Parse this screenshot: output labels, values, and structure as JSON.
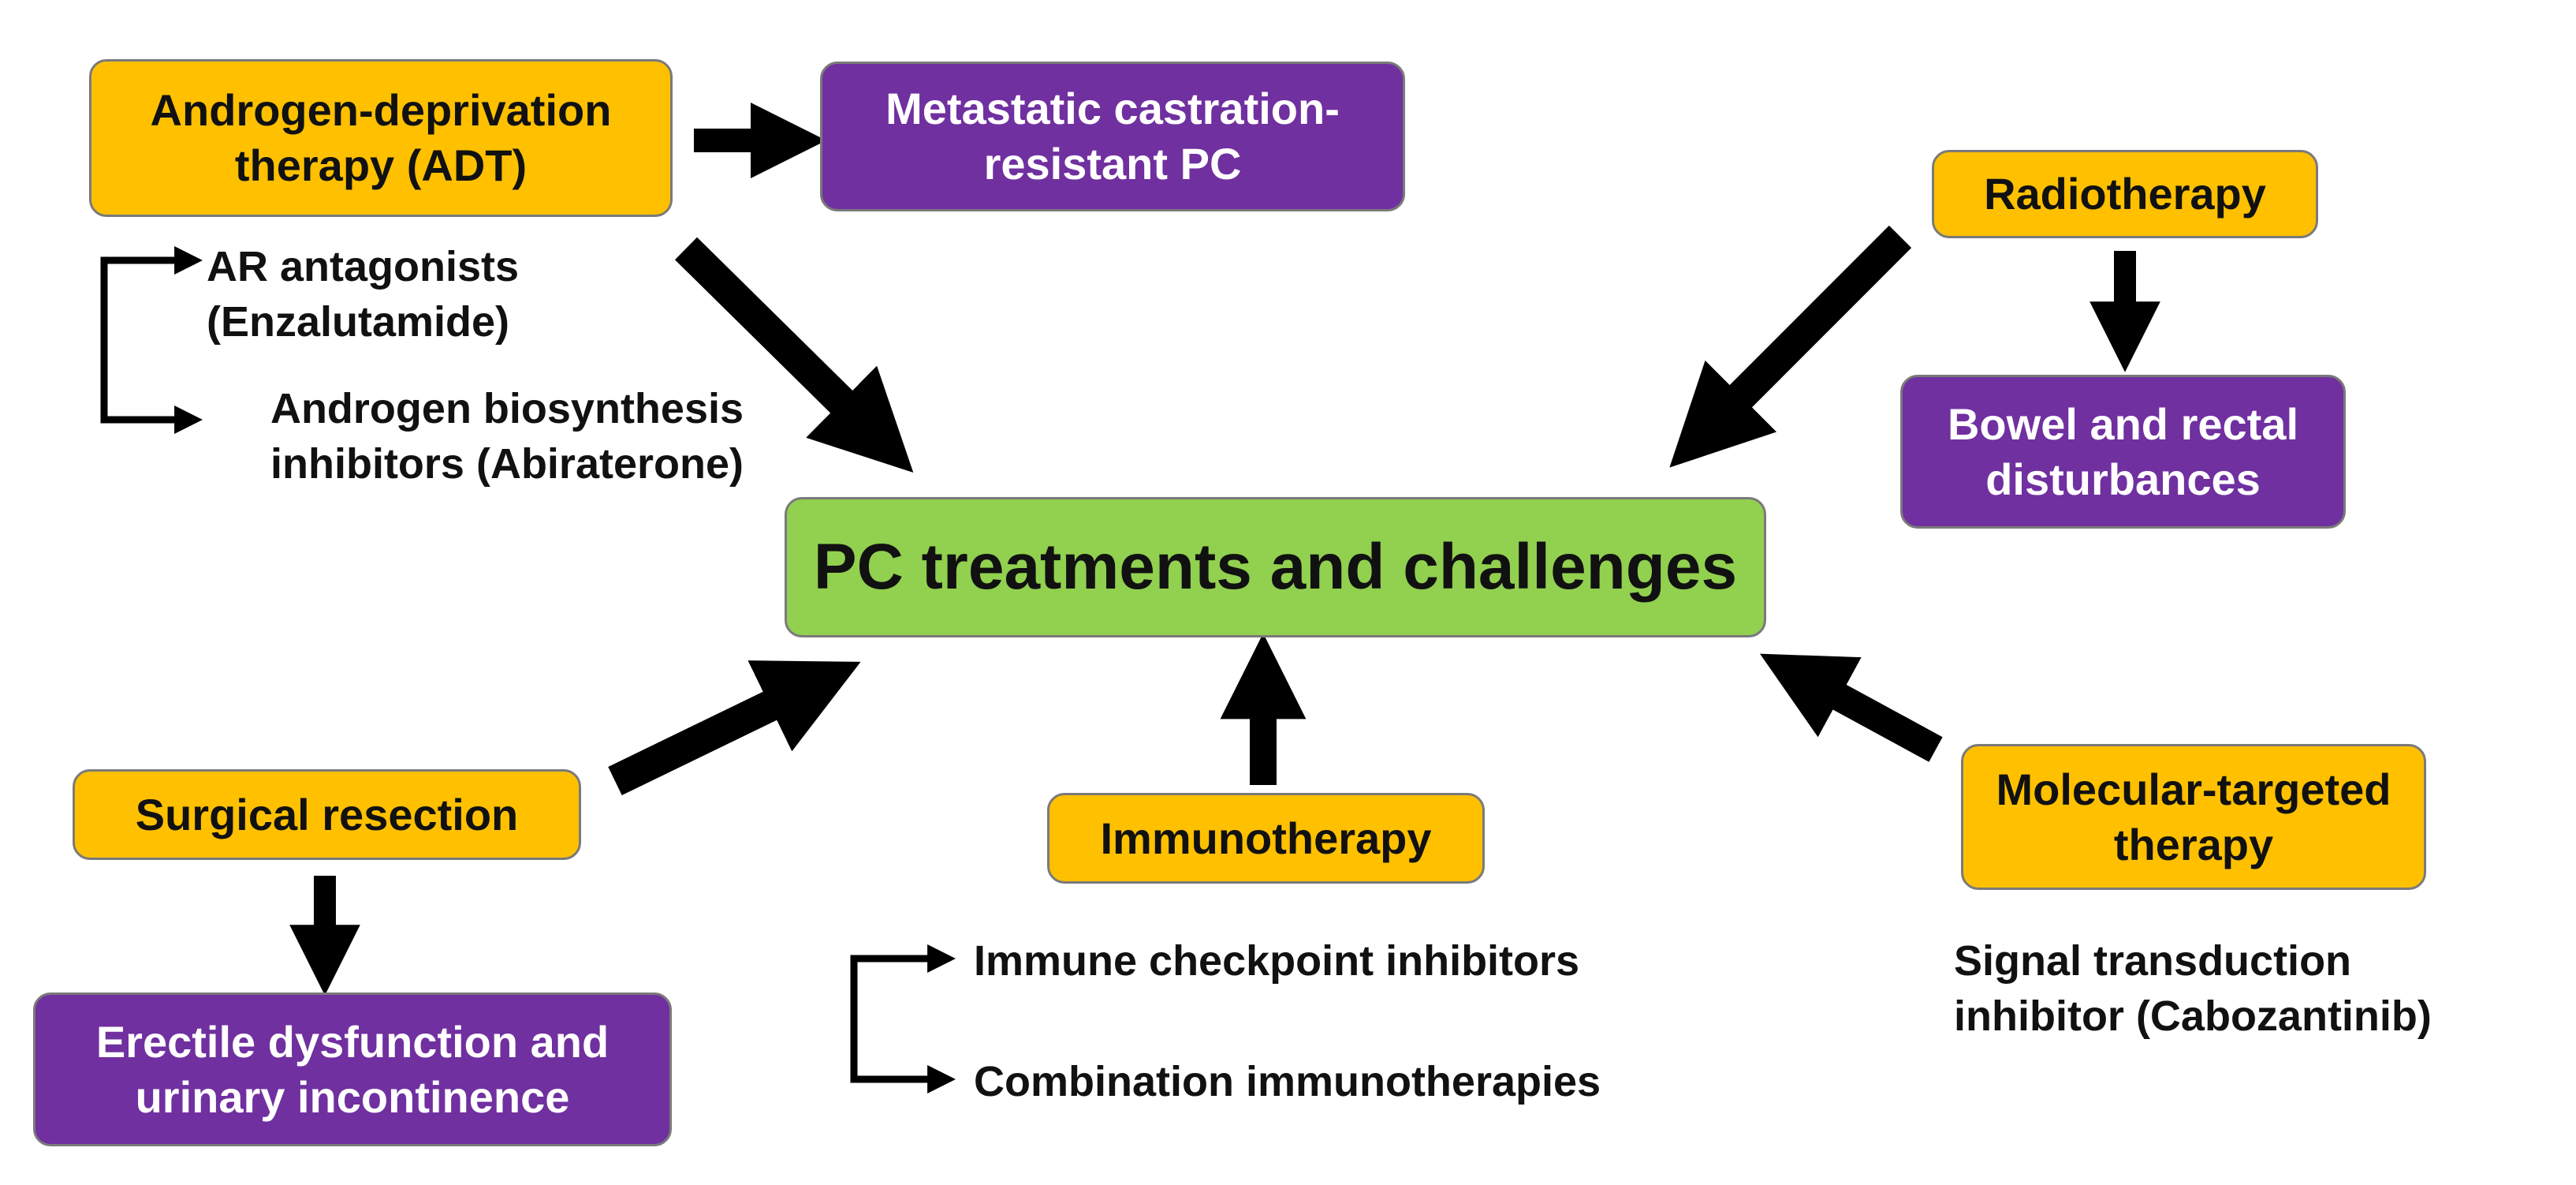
{
  "diagram": {
    "center": "PC treatments and challenges",
    "adt": {
      "title": "Androgen-deprivation therapy (ADT)",
      "outcome": "Metastatic castration-resistant PC",
      "sub1": "AR antagonists (Enzalutamide)",
      "sub2": "Androgen biosynthesis inhibitors (Abiraterone)"
    },
    "radiotherapy": {
      "title": "Radiotherapy",
      "outcome": "Bowel and rectal disturbances"
    },
    "surgery": {
      "title": "Surgical resection",
      "outcome": "Erectile dysfunction and urinary incontinence"
    },
    "immunotherapy": {
      "title": "Immunotherapy",
      "sub1": "Immune checkpoint inhibitors",
      "sub2": "Combination immunotherapies"
    },
    "molecular": {
      "title": "Molecular-targeted therapy",
      "sub1": "Signal transduction inhibitor (Cabozantinib)"
    }
  },
  "colors": {
    "treatment_box": "#ffc000",
    "challenge_box": "#7030a0",
    "center_box": "#92d050",
    "arrow": "#000000"
  }
}
